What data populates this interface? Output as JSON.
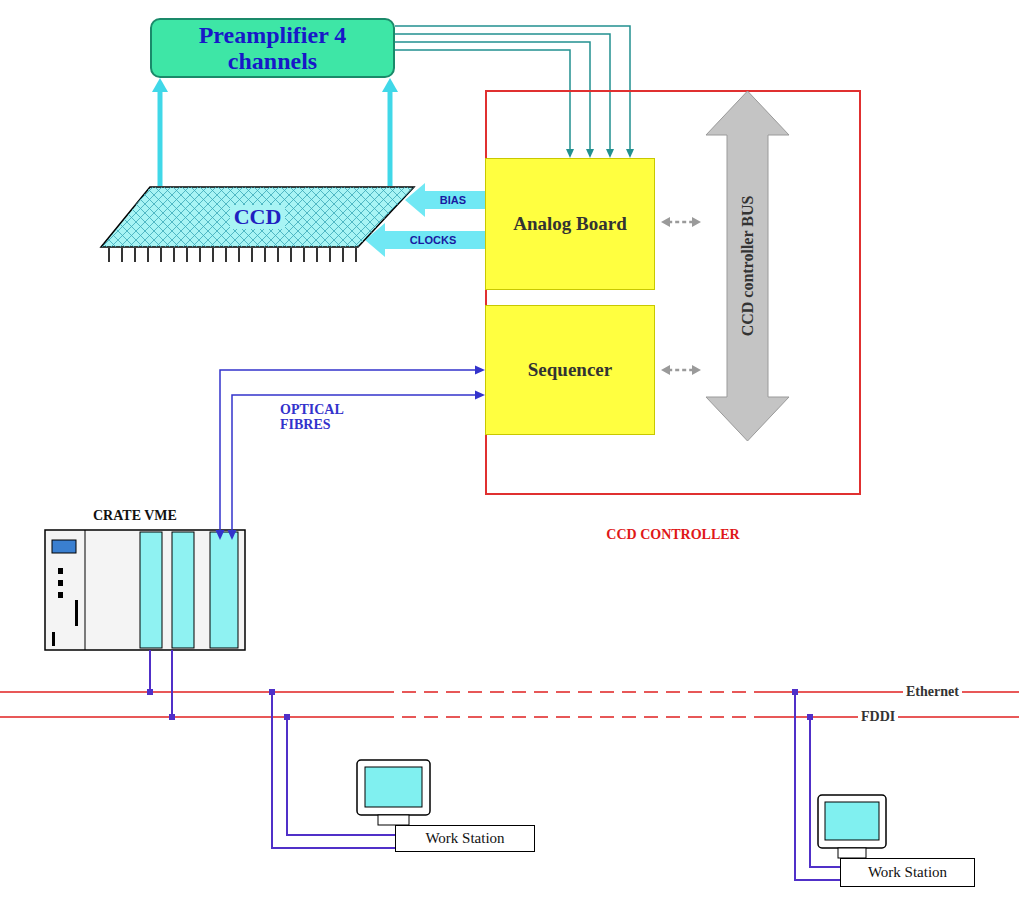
{
  "diagram": {
    "nodes": [
      {
        "text": [
          "Preamplifier 4 channels"
        ]
      },
      {
        "text": [
          "CCD"
        ]
      },
      {
        "text": [
          "CCD CONTROLLER"
        ]
      },
      {
        "text": [
          "Analog Board"
        ],
        "in": 2
      },
      {
        "text": [
          "Sequencer"
        ],
        "in": 2
      },
      {
        "text": [
          "CCD controller BUS"
        ],
        "in": 2
      },
      {
        "text": [
          "CRATE VME"
        ]
      },
      {
        "text": [
          "Work Station"
        ]
      },
      {
        "text": [
          "Work Station"
        ]
      }
    ],
    "edges": [
      {
        "from": 0,
        "to": 3,
        "arrow": "to"
      },
      {
        "from": 0,
        "to": 3,
        "arrow": "to"
      },
      {
        "from": 0,
        "to": 3,
        "arrow": "to"
      },
      {
        "from": 0,
        "to": 3,
        "arrow": "to"
      },
      {
        "from": 1,
        "to": 0,
        "arrow": "to"
      },
      {
        "from": 1,
        "to": 0,
        "arrow": "to"
      },
      {
        "from": 3,
        "to": 1,
        "label": "BIAS",
        "arrow": "to"
      },
      {
        "from": 3,
        "to": 1,
        "label": "CLOCKS",
        "arrow": "to"
      },
      {
        "from": 6,
        "to": 4,
        "arrow": "both"
      },
      {
        "from": 6,
        "to": 4,
        "arrow": "both"
      },
      {
        "from": 3,
        "to": 5,
        "arrow": "both"
      },
      {
        "from": 4,
        "to": 5,
        "arrow": "both"
      }
    ],
    "labels": [
      "OPTICAL FIBRES",
      "Ethernet",
      "FDDI"
    ]
  }
}
